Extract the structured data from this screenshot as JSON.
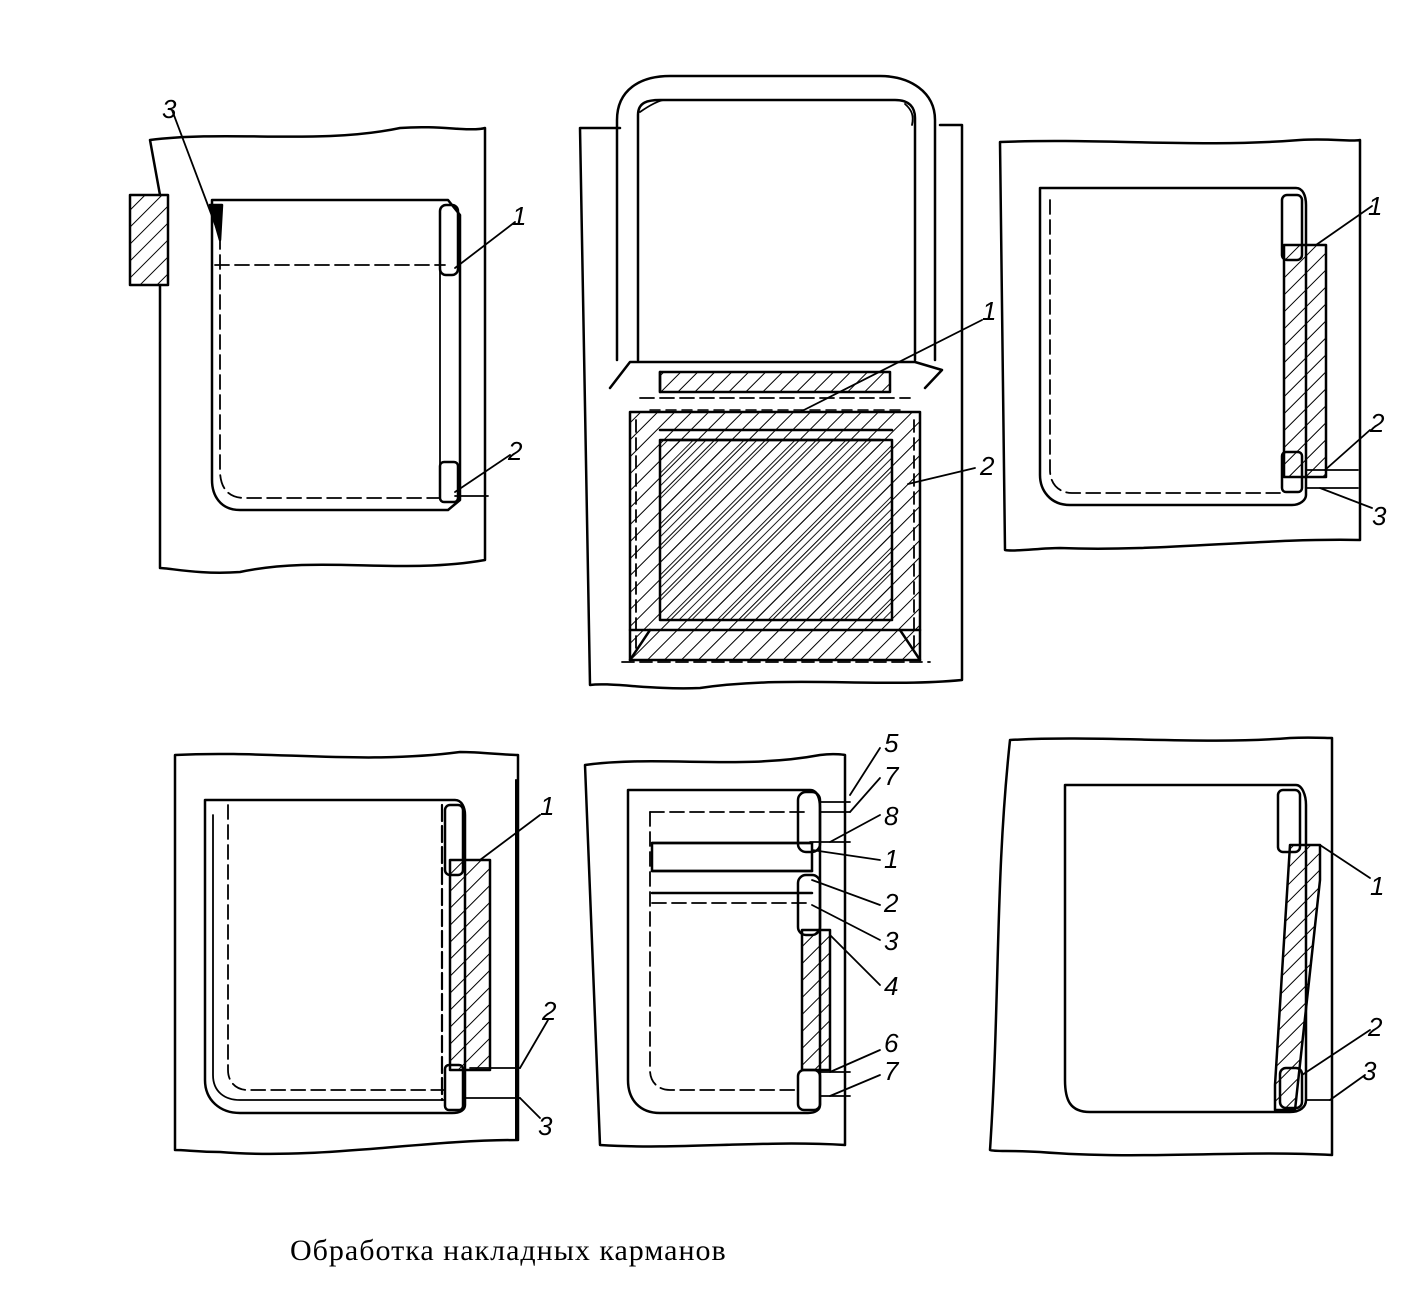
{
  "caption": "Обработка накладных карманов",
  "figures": [
    {
      "id": "fig1",
      "callouts": [
        "3",
        "1",
        "2"
      ]
    },
    {
      "id": "fig2",
      "callouts": [
        "1",
        "2"
      ]
    },
    {
      "id": "fig3",
      "callouts": [
        "1",
        "2",
        "3"
      ]
    },
    {
      "id": "fig4",
      "callouts": [
        "1",
        "2",
        "3"
      ]
    },
    {
      "id": "fig5",
      "callouts": [
        "5",
        "7",
        "8",
        "1",
        "2",
        "3",
        "4",
        "6",
        "7"
      ]
    },
    {
      "id": "fig6",
      "callouts": [
        "1",
        "2",
        "3"
      ]
    }
  ]
}
